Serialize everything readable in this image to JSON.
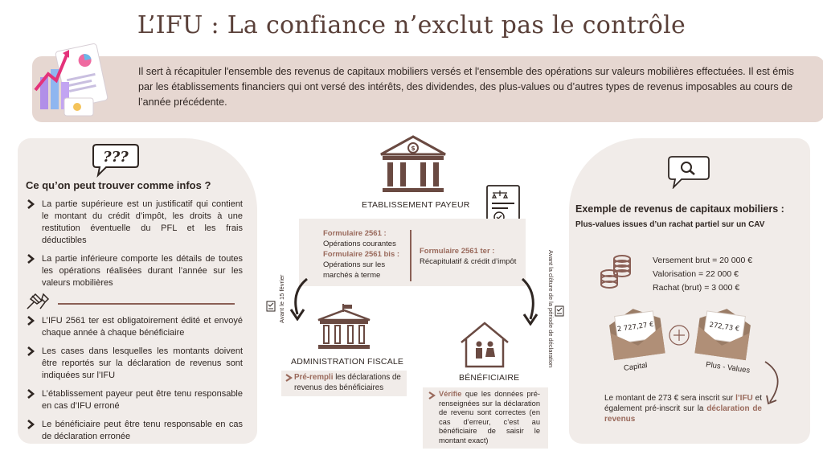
{
  "title": "L’IFU : La confiance n’exclut pas le contrôle",
  "intro": "Il sert à récapituler l'ensemble des revenus de capitaux mobiliers versés et l'ensemble des opérations sur valeurs mobilières effectuées. Il est émis par les établissements financiers qui ont versé des intérêts, des dividendes, des plus-values ou d’autres types de revenus imposables au cours de l’année précédente.",
  "left": {
    "speech_icon_text": "???",
    "heading": "Ce qu’on peut trouver comme infos ?",
    "bullets_top": [
      "La partie supérieure est un justificatif qui contient le montant du crédit d’impôt, les droits à une restitution éventuelle du PFL et les frais déductibles",
      "La partie inférieure comporte les détails de toutes les opérations réalisées durant l’année sur les valeurs mobilières"
    ],
    "bullets_bottom": [
      "L’IFU 2561 ter est obligatoirement édité et envoyé chaque année à chaque bénéficiaire",
      "Les cases dans lesquelles les montants doivent être reportés sur la déclaration de revenus sont indiquées sur l’IFU",
      "L’établissement payeur peut être tenu responsable en cas d’IFU erroné",
      "Le bénéficiaire peut être tenu responsable en cas de déclaration erronée"
    ]
  },
  "center": {
    "payer_label": "ETABLISSEMENT PAYEUR",
    "form_2561_title": "Formulaire 2561 :",
    "form_2561_text": "Opérations courantes",
    "form_2561bis_title": "Formulaire 2561 bis :",
    "form_2561bis_text": "Opérations sur les marchés à terme",
    "form_2561ter_title": "Formulaire 2561 ter :",
    "form_2561ter_text": "Récapitulatif & crédit d’impôt",
    "deadline_left": "Avant le 15 février",
    "deadline_right": "Avant la clôture de la période de déclaration",
    "admin_label": "ADMINISTRATION FISCALE",
    "admin_highlight": "Pré-rempli",
    "admin_text": " les déclarations de revenus des bénéficiaires",
    "benef_label": "BÉNÉFICIAIRE",
    "benef_highlight": "Vérifie",
    "benef_text": " que les données pré-renseignées sur la déclaration de revenu sont correctes (en cas d’erreur, c’est au bénéficiaire de saisir le montant exact)"
  },
  "right": {
    "heading": "Exemple de revenus de capitaux mobiliers :",
    "subheading": "Plus-values issues d’un rachat partiel sur un CAV",
    "values": [
      "Versement brut = 20 000 €",
      "Valorisation = 22 000 €",
      "Rachat (brut) = 3 000 €"
    ],
    "envelope1_amount": "2 727,27 €",
    "envelope1_label": "Capital",
    "envelope2_amount": "272,73 €",
    "envelope2_label": "Plus - Values",
    "note_prefix": "Le montant de 273 € sera inscrit sur ",
    "note_ifu": "l’IFU",
    "note_middle": " et également pré-inscrit sur la ",
    "note_decl": "déclaration de revenus"
  },
  "colors": {
    "accent": "#9a6a5c",
    "dark": "#5a4039",
    "panel": "#f1ece9",
    "intro": "#e6d7d1"
  }
}
